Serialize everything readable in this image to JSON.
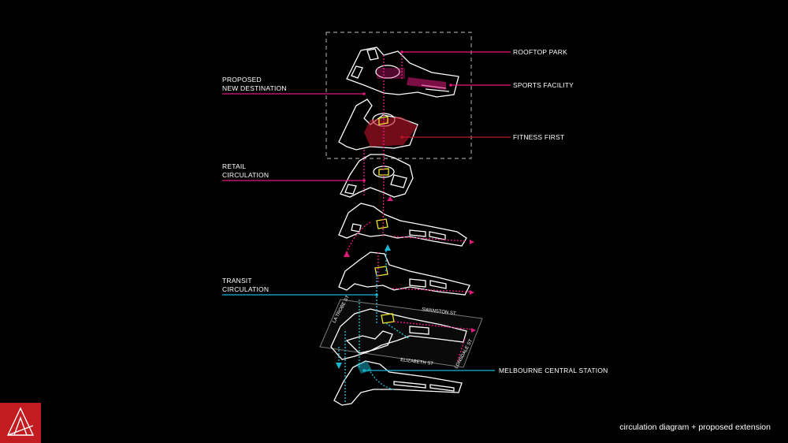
{
  "labels": {
    "rooftop_park": "ROOFTOP PARK",
    "sports_facility": "SPORTS FACILITY",
    "fitness_first": "FITNESS FIRST",
    "proposed_line1": "PROPOSED",
    "proposed_line2": "NEW DESTINATION",
    "retail_line1": "RETAIL",
    "retail_line2": "CIRCULATION",
    "transit_line1": "TRANSIT",
    "transit_line2": "CIRCULATION",
    "melbourne_central": "MELBOURNE CENTRAL STATION"
  },
  "streets": {
    "swanston": "SWANSTON ST",
    "la_trobe": "LA TROBE ST",
    "elizabeth": "ELIZABETH ST",
    "lonsdale": "LONSDALE ST"
  },
  "caption": "circulation diagram + proposed extension",
  "colors": {
    "background": "#000000",
    "floorplate": "#ffffff",
    "retail": "#e0197d",
    "fitness": "#c0142a",
    "transit": "#18b7d1",
    "escalator": "#f2e62b",
    "logo": "#c21b20"
  },
  "icons": {
    "logo": "triangle-logo-icon"
  }
}
